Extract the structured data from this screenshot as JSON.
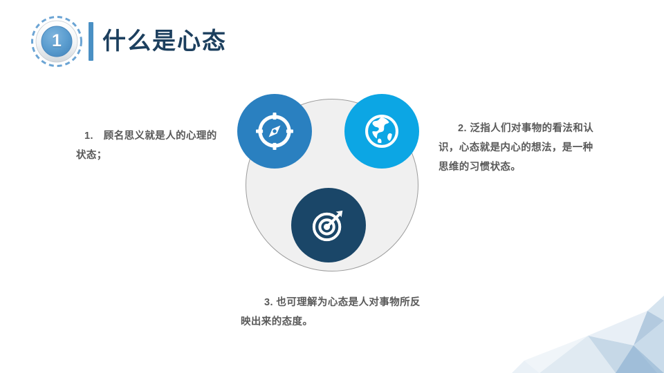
{
  "slide": {
    "background_color": "#ffffff"
  },
  "header": {
    "badge_number": "1",
    "title": "什么是心态",
    "accent_color": "#4a90c4",
    "title_color": "#1c3f5e"
  },
  "diagram": {
    "background_circle_color": "#f0f0f0",
    "background_circle_border": "#9b9b9b",
    "nodes": [
      {
        "id": "compass",
        "icon": "compass-icon",
        "color": "#2a80c0",
        "position": "top-left"
      },
      {
        "id": "globe",
        "icon": "globe-icon",
        "color": "#0ca6e4",
        "position": "top-right"
      },
      {
        "id": "target",
        "icon": "target-icon",
        "color": "#1a4668",
        "position": "bottom-center"
      }
    ]
  },
  "body": {
    "text_color": "#595959",
    "items": [
      {
        "id": "point-1",
        "text": "1.　顾名思义就是人的心理的状态；"
      },
      {
        "id": "point-2",
        "text": "2. 泛指人们对事物的看法和认识，心态就是内心的想法，是一种思维的习惯状态。"
      },
      {
        "id": "point-3",
        "text": "3. 也可理解为心态是人对事物所反映出来的态度。"
      }
    ]
  },
  "decoration": {
    "id": "low-poly-corner",
    "colors": [
      "#b6cde2",
      "#cfdeeb",
      "#e3ecf4",
      "#9fbdd8"
    ]
  }
}
